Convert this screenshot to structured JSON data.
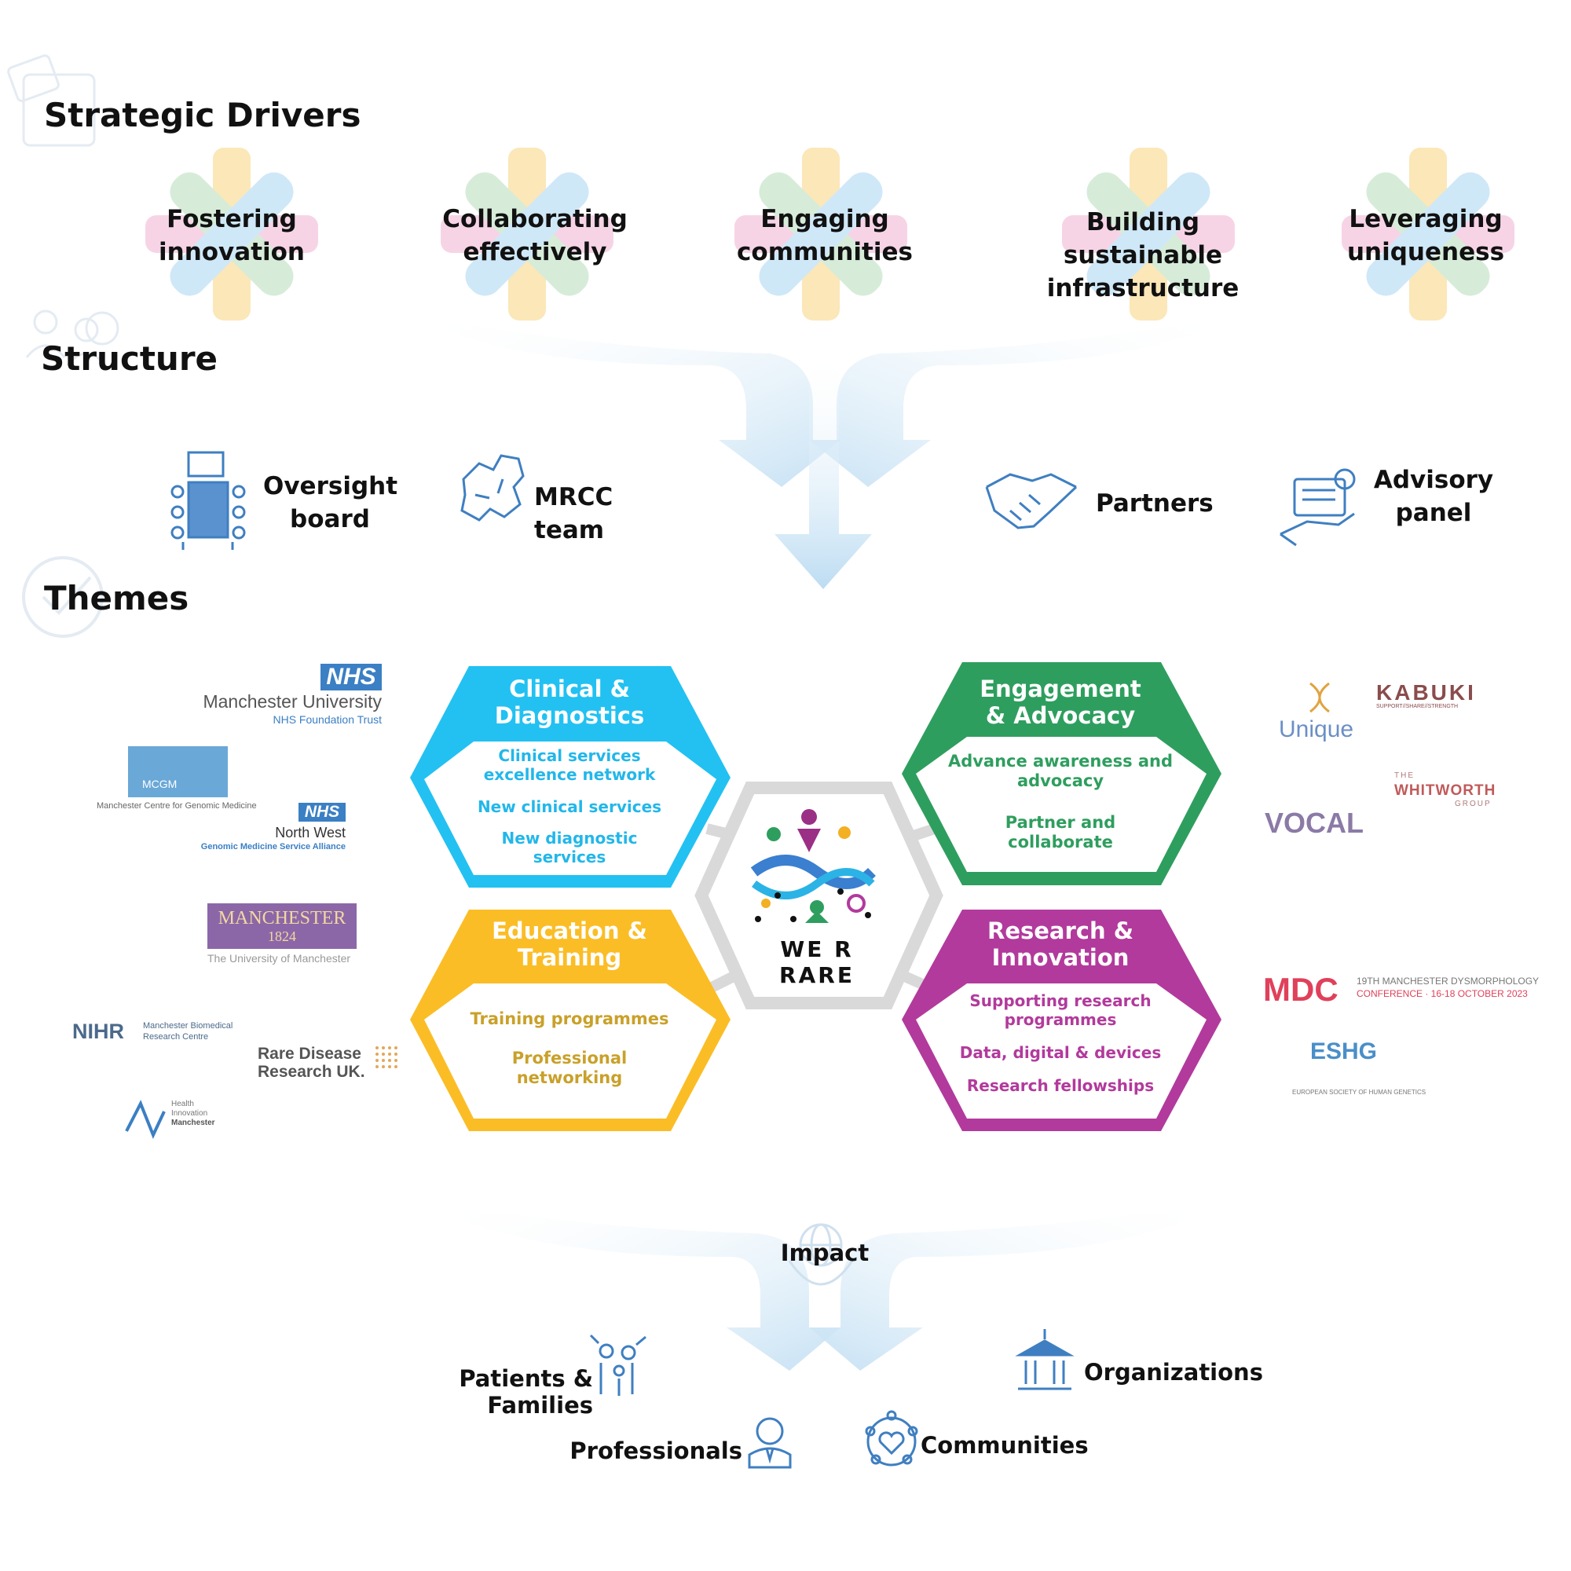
{
  "sections": {
    "strategic_drivers": "Strategic Drivers",
    "structure": "Structure",
    "themes": "Themes"
  },
  "drivers": [
    "Fostering innovation",
    "Collaborating effectively",
    "Engaging communities",
    "Building sustainable infrastructure",
    "Leveraging uniqueness"
  ],
  "structure": {
    "oversight": "Oversight board",
    "mrcc": "MRCC team",
    "partners": "Partners",
    "advisory": "Advisory panel"
  },
  "themes": {
    "clinical": {
      "title": "Clinical & Diagnostics",
      "items": [
        "Clinical services excellence network",
        "New clinical services",
        "New diagnostic services"
      ],
      "color": "#22c1f2"
    },
    "engagement": {
      "title": "Engagement & Advocacy",
      "items": [
        "Advance awareness and advocacy",
        "Partner and collaborate"
      ],
      "color": "#2e9e5e"
    },
    "education": {
      "title": "Education & Training",
      "items": [
        "Training programmes",
        "Professional networking"
      ],
      "color": "#fbbd26"
    },
    "research": {
      "title": "Research & Innovation",
      "items": [
        "Supporting research programmes",
        "Data, digital & devices",
        "Research fellowships"
      ],
      "color": "#b23a9c"
    }
  },
  "center_logo": "WE R RARE",
  "impact": {
    "title": "Impact",
    "patients": "Patients & Families",
    "professionals": "Professionals",
    "organizations": "Organizations",
    "communities": "Communities"
  },
  "partner_logos_left": {
    "nhs_badge": "NHS",
    "mft_name": "Manchester University",
    "mft_sub": "NHS Foundation Trust",
    "mcgm_badge": "MCGM",
    "mcgm_name": "Manchester Centre for Genomic Medicine",
    "nhs_nw_badge": "NHS",
    "nhs_nw_name": "North West",
    "nhs_nw_sub": "Genomic Medicine Service Alliance",
    "uom_name": "MANCHESTER",
    "uom_year": "1824",
    "uom_sub": "The University of Manchester",
    "nihr_name": "NIHR",
    "nihr_sub1": "Manchester Biomedical",
    "nihr_sub2": "Research Centre",
    "rdr_line1": "Rare Disease",
    "rdr_line2": "Research UK.",
    "him_line1": "Health",
    "him_line2": "Innovation",
    "him_line3": "Manchester"
  },
  "partner_logos_right": {
    "unique": "Unique",
    "kabuki": "KABUKI",
    "kabuki_sub": "SUPPORT//SHARE//STRENGTH",
    "whitworth_the": "THE",
    "whitworth": "WHITWORTH",
    "whitworth_group": "GROUP",
    "vocal": "VOCAL",
    "mdc": "MDC",
    "mdc_line1": "19TH MANCHESTER DYSMORPHOLOGY",
    "mdc_line2": "CONFERENCE · 16-18 OCTOBER 2023",
    "eshg": "ESHG",
    "eshg_sub": "EUROPEAN SOCIETY OF HUMAN GENETICS"
  },
  "colors": {
    "arrow": "#cfe6f5",
    "icon_blue": "#3f7fc1",
    "hex_grey": "#d9d9d9"
  }
}
